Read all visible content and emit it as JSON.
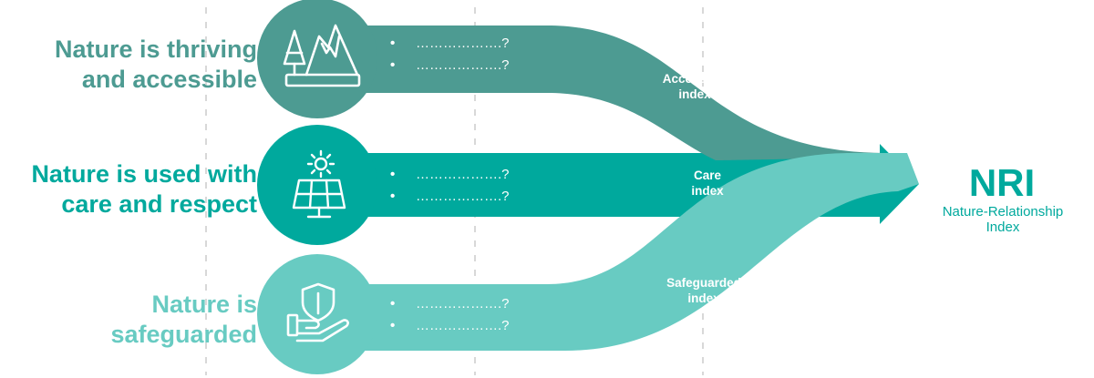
{
  "colors": {
    "dark_teal": "#4d9b92",
    "mid_teal": "#00a99d",
    "light_teal": "#68cbc2",
    "guide_line": "#bdbdbd",
    "icon_stroke": "#ffffff",
    "text_on_band": "#ffffff"
  },
  "pillars": [
    {
      "title_lines": [
        "Nature is thriving",
        "and accessible"
      ],
      "icon": "mountain-trees-icon",
      "bullets": [
        "……………….?",
        "……………….?"
      ],
      "index_label_lines": [
        "Accessible",
        "index"
      ],
      "color_key": "dark_teal"
    },
    {
      "title_lines": [
        "Nature is used with",
        "care and respect"
      ],
      "icon": "solar-panel-icon",
      "bullets": [
        "……………….?",
        "……………….?"
      ],
      "index_label_lines": [
        "Care",
        "index"
      ],
      "color_key": "mid_teal"
    },
    {
      "title_lines": [
        "Nature is",
        "safeguarded"
      ],
      "icon": "shield-hand-icon",
      "bullets": [
        "……………….?",
        "……………….?"
      ],
      "index_label_lines": [
        "Safeguarded",
        "index"
      ],
      "color_key": "light_teal"
    }
  ],
  "bullet_marker": "•",
  "result": {
    "abbreviation": "NRI",
    "full_name_lines": [
      "Nature-Relationship",
      "Index"
    ],
    "color_key": "mid_teal"
  }
}
